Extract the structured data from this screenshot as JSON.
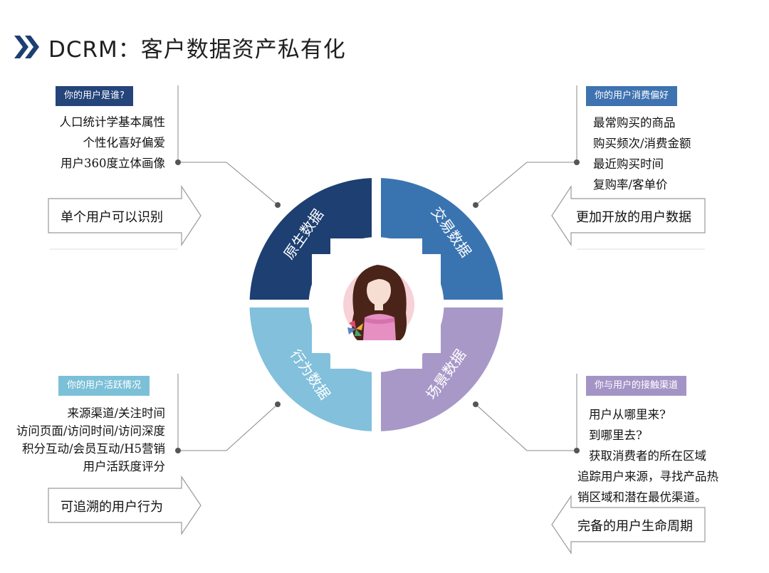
{
  "title": "DCRM：客户数据资产私有化",
  "colors": {
    "native": "#1d3f72",
    "transaction": "#3a74b0",
    "behavior": "#82c0dc",
    "scene": "#a898c8",
    "badge_dark": "#24447a",
    "badge_mid": "#3f72b0",
    "badge_light": "#7cc0d8",
    "badge_purple": "#a494c6"
  },
  "segments": {
    "native": "原生数据",
    "transaction": "交易数据",
    "behavior": "行为数据",
    "scene": "场景数据"
  },
  "top_left": {
    "badge": "你的用户是谁?",
    "lines": [
      "人口统计学基本属性",
      "个性化喜好偏爱",
      "用户360度立体画像"
    ],
    "callout": "单个用户可以识别"
  },
  "top_right": {
    "badge": "你的用户消费偏好",
    "lines": [
      "最常购买的商品",
      "购买频次/消费金额",
      "最近购买时间",
      "复购率/客单价"
    ],
    "callout": "更加开放的用户数据"
  },
  "bottom_left": {
    "badge": "你的用户活跃情况",
    "lines": [
      "来源渠道/关注时间",
      "访问页面/访问时间/访问深度",
      "积分互动/会员互动/H5营销",
      "用户活跃度评分"
    ],
    "callout": "可追溯的用户行为"
  },
  "bottom_right": {
    "badge": "你与用户的接触渠道",
    "lines": [
      "用户从哪里来?",
      "到哪里去?",
      "获取消费者的所在区域",
      "追踪用户来源，寻找产品热",
      "销区域和潜在最优渠道。"
    ],
    "callout": "完备的用户生命周期"
  },
  "center_icon": "user-avatar-icon"
}
